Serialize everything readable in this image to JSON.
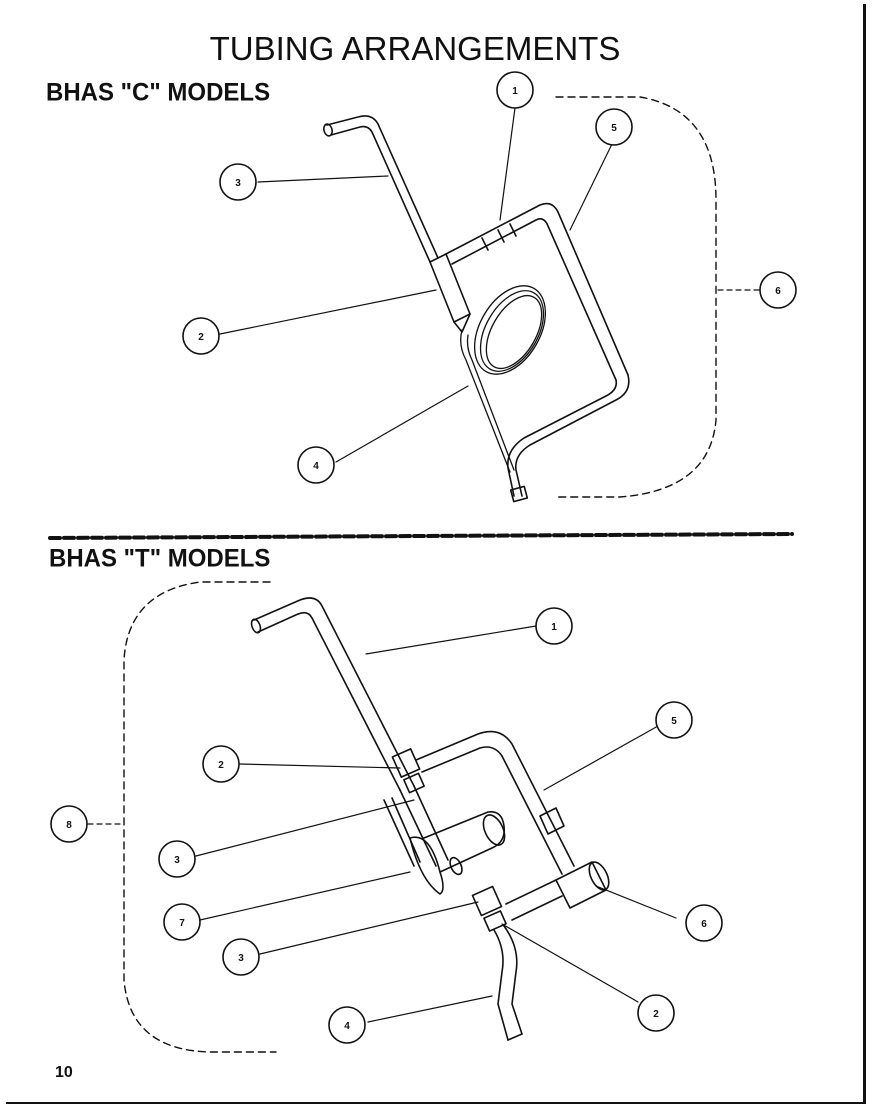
{
  "title": "TUBING ARRANGEMENTS",
  "sections": {
    "c_models": {
      "title": "BHAS \"C\" MODELS",
      "callouts": [
        "1",
        "3",
        "2",
        "4",
        "5",
        "6"
      ]
    },
    "t_models": {
      "title": "BHAS \"T\" MODELS",
      "callouts": [
        "1",
        "5",
        "2",
        "8",
        "3",
        "7",
        "3",
        "6",
        "4",
        "2"
      ]
    }
  },
  "page_number": "10",
  "colors": {
    "ink": "#111111",
    "paper": "#ffffff"
  }
}
